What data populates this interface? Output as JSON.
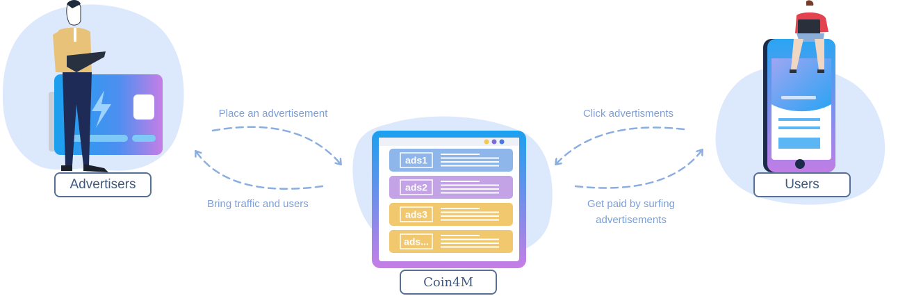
{
  "nodes": {
    "advertisers": "Advertisers",
    "platform": "Coin4M",
    "users": "Users"
  },
  "flows": {
    "place_ad": "Place an advertisement",
    "bring_traffic": "Bring traffic and users",
    "click_ads": "Click advertisments",
    "get_paid": "Get paid by surfing advertisements"
  },
  "ads": [
    {
      "label": "ads1",
      "color": "#8fb6ea"
    },
    {
      "label": "ads2",
      "color": "#c3a3e6"
    },
    {
      "label": "ads3",
      "color": "#f2c86f"
    },
    {
      "label": "ads...",
      "color": "#f2c86f"
    }
  ],
  "colors": {
    "blob": "#dce8fb",
    "arrow": "#8aaee0",
    "gradient_blue": "#1e9cf0",
    "gradient_purple": "#c67ee6",
    "label_border": "#566f95"
  }
}
